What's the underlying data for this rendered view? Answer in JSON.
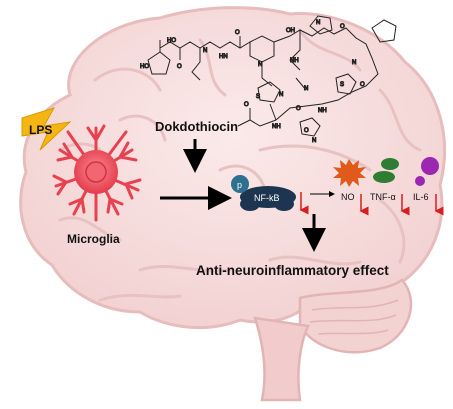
{
  "labels": {
    "lps": "LPS",
    "compound": "Dokdothiocin",
    "cell": "Microglia",
    "nfkb": "NF-kB",
    "phospho": "p",
    "no": "NO",
    "tnf": "TNF-α",
    "il6": "IL-6",
    "effect": "Anti-neuroinflammatory effect"
  },
  "colors": {
    "brain": "#f6dcdc",
    "brain_outline": "#e7bcbc",
    "cerebellum": "#f3d2d2",
    "microglia": "#e8414f",
    "lps_bolt": "#f5b614",
    "nfkb": "#1d3550",
    "phospho": "#2f6f8f",
    "no": "#e05a1c",
    "tnf": "#2e7d32",
    "il6": "#9c27b0",
    "down_arrow": "#d62020"
  },
  "chem_atoms": [
    "HO",
    "OH",
    "O",
    "N",
    "H",
    "HN",
    "NH",
    "S",
    "N",
    "O",
    "NH",
    "N",
    "O",
    "HN",
    "NH",
    "S",
    "O",
    "N"
  ]
}
